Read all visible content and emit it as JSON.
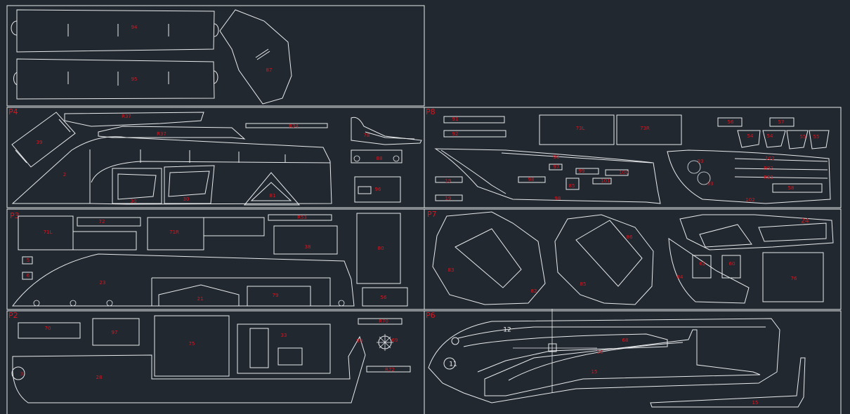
{
  "panels": [
    "P4",
    "P8",
    "P3",
    "P7",
    "P2",
    "P6"
  ],
  "parts": {
    "p94": "94",
    "p95": "95",
    "p87": "87",
    "p39": "39",
    "p2": "2",
    "p37a": "R37",
    "p37b": "R37",
    "p34": "R34",
    "p30a": "30",
    "p30b": "30",
    "p81": "81",
    "p78": "78",
    "p88": "88",
    "p96": "96",
    "p8a": "91",
    "p8b": "92",
    "p73l": "73L",
    "p73r": "73R",
    "p8c": "90",
    "p8d": "97",
    "p8e": "98",
    "p8f": "99",
    "p8g": "100",
    "p8h": "101",
    "p8i": "85",
    "p8j": "93",
    "p8k": "93",
    "p8l": "102",
    "p8m": "R92",
    "p8n": "58",
    "p8o": "19",
    "p8p": "54",
    "p8q": "54",
    "p8r": "55",
    "p8s": "55",
    "p8t": "56",
    "p8u": "57",
    "p71l": "71L",
    "p72": "72",
    "p71r": "71R",
    "p53": "R53",
    "p38": "38",
    "p80": "80",
    "p3a": "5",
    "p3b": "6",
    "p23": "23",
    "p21": "21",
    "p79": "79",
    "p56": "56",
    "p83": "83",
    "p82": "82",
    "p85": "85",
    "p86": "86",
    "p84": "84",
    "p62": "62",
    "p60": "60",
    "p24": "24",
    "p76": "76",
    "p70": "70",
    "p97": "97",
    "p75": "75",
    "p33": "33",
    "p2a": "R70",
    "p2b": "99",
    "p2c": "69",
    "p2d": "R72",
    "p28": "28",
    "p2e": "3",
    "p6a": "68",
    "p6b": "16",
    "p6c": "15",
    "p6d": "12",
    "p6e": "11",
    "p6f": "15"
  },
  "big": {
    "n12": "12",
    "n11": "11"
  }
}
